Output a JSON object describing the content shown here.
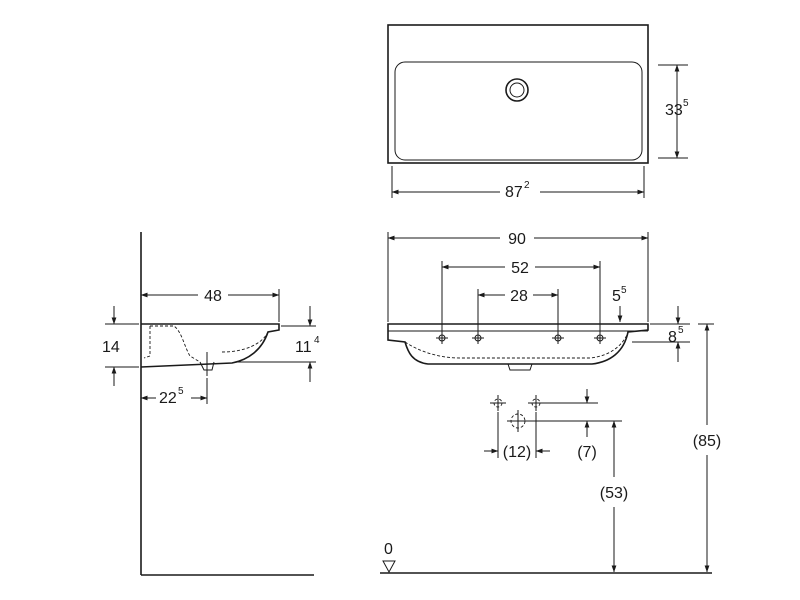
{
  "top_view": {
    "depth": {
      "main": "33",
      "sup": "5"
    },
    "inner_width": {
      "main": "87",
      "sup": "2"
    }
  },
  "front_view": {
    "overall_width": "90",
    "hole_spacing_outer": "52",
    "hole_spacing_inner": "28",
    "edge_to_hole": {
      "main": "5",
      "sup": "5"
    },
    "rim_height": {
      "main": "8",
      "sup": "5"
    },
    "total_height": "(85)",
    "waste_height": "(53)",
    "waste_spacing": "(12)",
    "waste_offset": "(7)",
    "floor_level": "0"
  },
  "side_view": {
    "projection": "48",
    "total_depth": "14",
    "bowl_depth": {
      "main": "11",
      "sup": "4"
    },
    "drain_offset": {
      "main": "22",
      "sup": "5"
    }
  },
  "colors": {
    "line": "#1a1a1a",
    "background": "#ffffff"
  }
}
